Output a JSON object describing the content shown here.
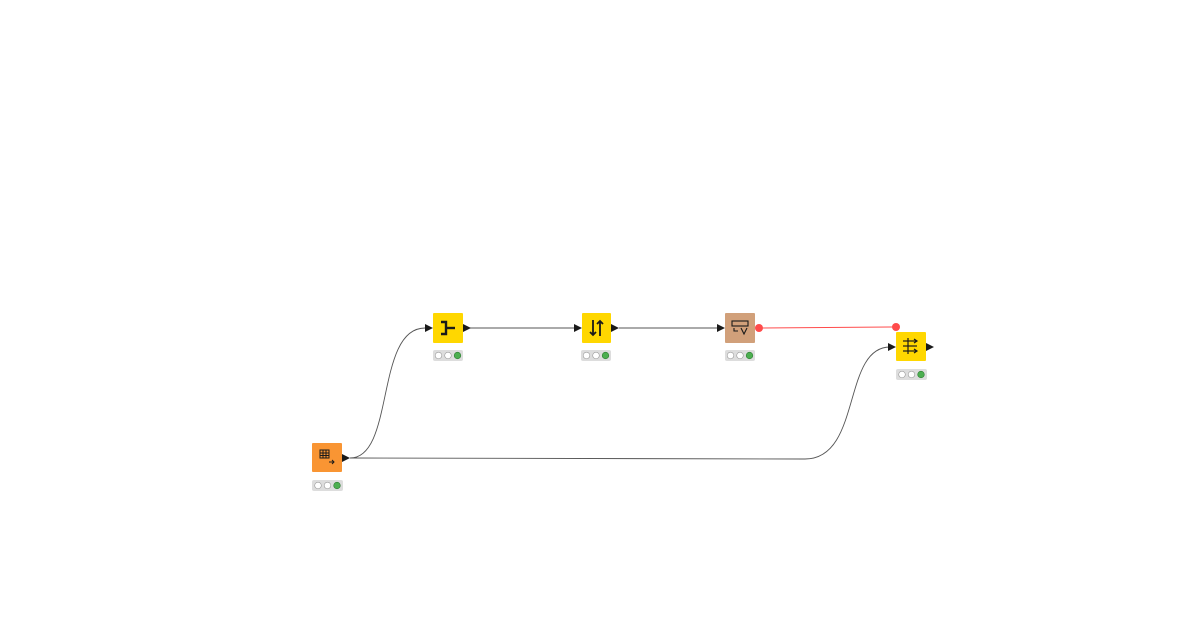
{
  "workflow": {
    "nodes": [
      {
        "id": "table-reader",
        "kind": "source",
        "icon": "table-reader-icon",
        "color": "#F99533",
        "status": [
          "idle",
          "idle",
          "executed"
        ],
        "in_port": false,
        "out_port": "data"
      },
      {
        "id": "column-splitter",
        "kind": "manipulator",
        "icon": "column-splitter-icon",
        "color": "#FFD700",
        "status": [
          "idle",
          "idle",
          "executed"
        ],
        "in_port": "data",
        "out_port": "data"
      },
      {
        "id": "sorter",
        "kind": "manipulator",
        "icon": "sorter-icon",
        "color": "#FFD700",
        "status": [
          "idle",
          "idle",
          "executed"
        ],
        "in_port": "data",
        "out_port": "data"
      },
      {
        "id": "variable-converter",
        "kind": "flow-variable",
        "icon": "table-to-variable-icon",
        "color": "#D1A07A",
        "status": [
          "idle",
          "idle",
          "executed"
        ],
        "in_port": "data",
        "out_port": "variable"
      },
      {
        "id": "column-filter",
        "kind": "manipulator",
        "icon": "column-filter-icon",
        "color": "#FFD700",
        "status": [
          "idle",
          "idle",
          "executed"
        ],
        "in_port": "data",
        "out_port": "data",
        "variable_in": true
      }
    ],
    "connections": [
      {
        "from": "table-reader",
        "to": "column-splitter",
        "type": "data"
      },
      {
        "from": "column-splitter",
        "to": "sorter",
        "type": "data"
      },
      {
        "from": "sorter",
        "to": "variable-converter",
        "type": "data"
      },
      {
        "from": "variable-converter",
        "to": "column-filter",
        "type": "variable"
      },
      {
        "from": "table-reader",
        "to": "column-filter",
        "type": "data"
      }
    ]
  },
  "colors": {
    "data_connection": "#555555",
    "variable_connection": "#FF4B4B",
    "status_executed": "#4CAF50",
    "status_idle": "#FFFFFF",
    "status_bar_bg": "#DDDDDD"
  }
}
